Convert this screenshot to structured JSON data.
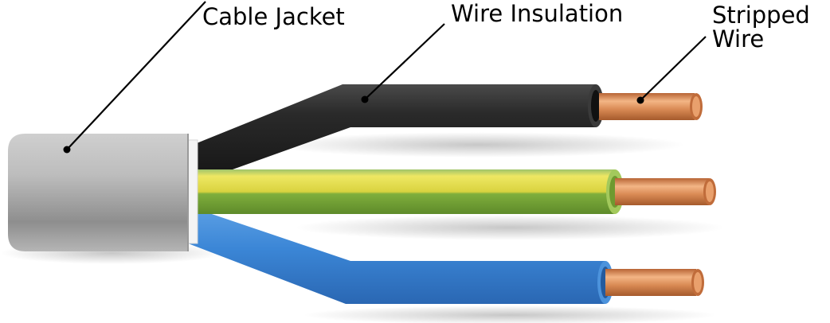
{
  "labels": {
    "cable_jacket": "Cable Jacket",
    "wire_insulation": "Wire Insulation",
    "stripped_wire": "Stripped\nWire"
  },
  "colors": {
    "jacket": "#a3a3a3",
    "black_wire": "#2b2b2b",
    "earth_yellow": "#e3dc4a",
    "earth_green": "#7aa83a",
    "blue_wire": "#3b86d6",
    "copper": "#d88a55",
    "leader_line": "#000000"
  }
}
